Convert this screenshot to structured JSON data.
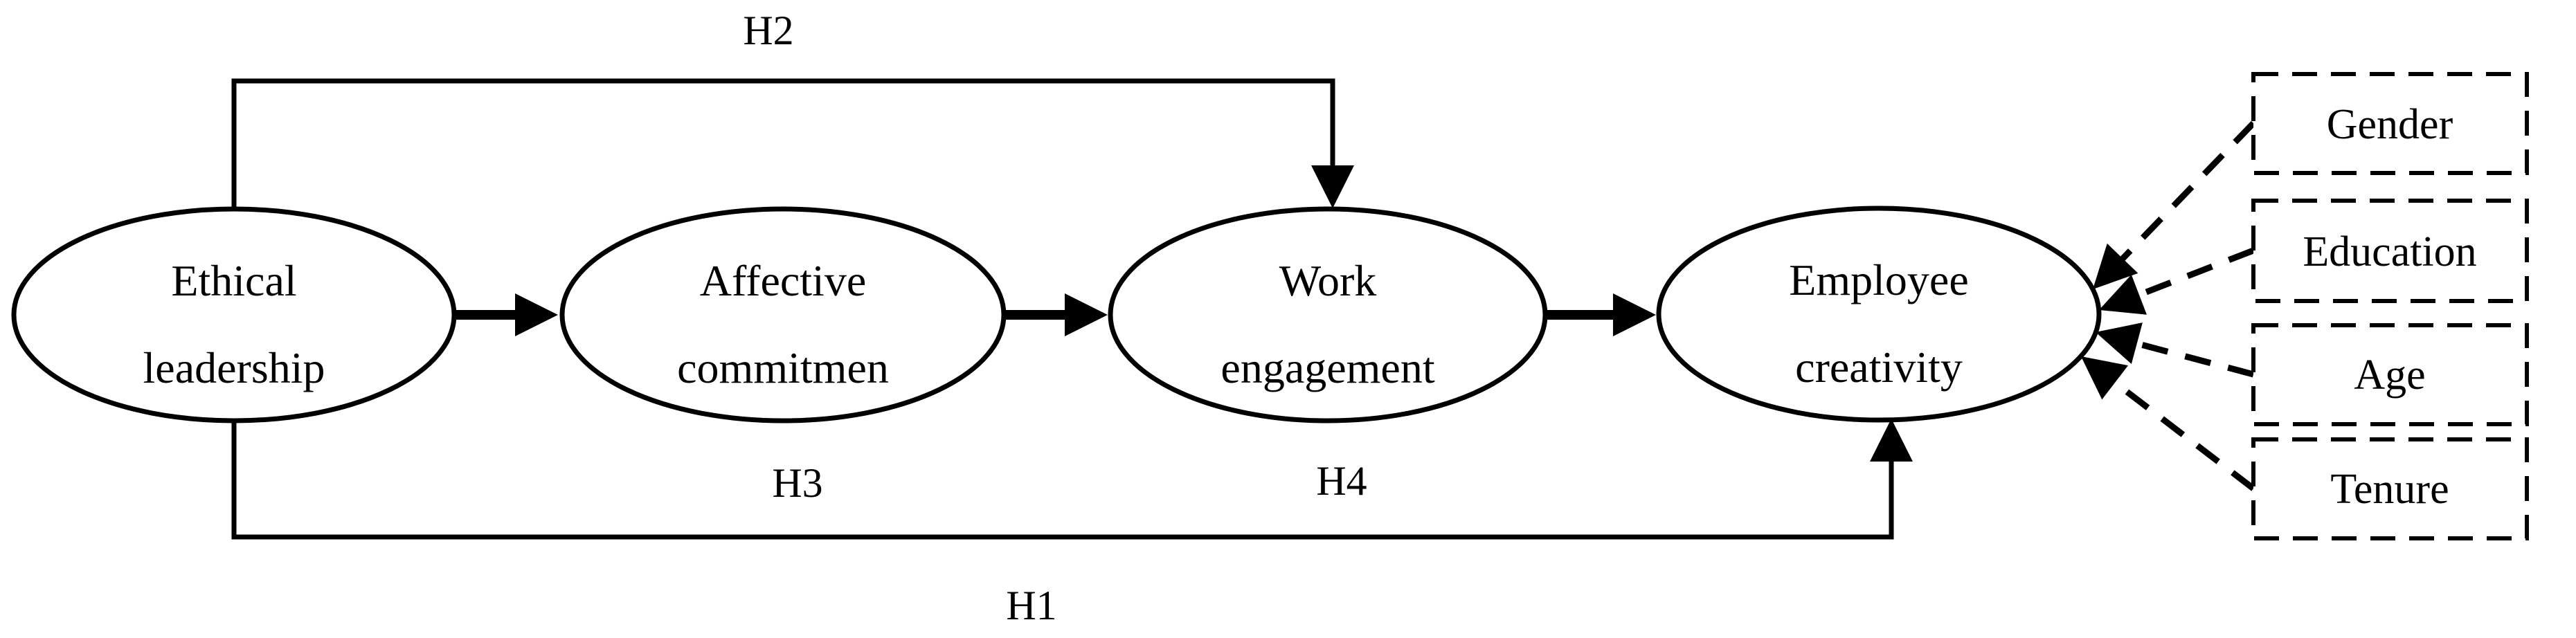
{
  "diagram": {
    "title": "Ethical leadership research model",
    "colors": {
      "background": "#ffffff",
      "line": "#000000",
      "text": "#000000"
    },
    "nodes": [
      {
        "id": "ethical-leadership",
        "line1": "Ethical",
        "line2": "leadership"
      },
      {
        "id": "affective-commitment",
        "line1": "Affective",
        "line2": "commitmen"
      },
      {
        "id": "work-engagement",
        "line1": "Work",
        "line2": "engagement"
      },
      {
        "id": "employee-creativity",
        "line1": "Employee",
        "line2": "creativity"
      }
    ],
    "hypotheses": {
      "h1": "H1",
      "h2": "H2",
      "h3": "H3",
      "h4": "H4"
    },
    "control_variables": [
      {
        "label": "Gender"
      },
      {
        "label": "Education"
      },
      {
        "label": "Age"
      },
      {
        "label": "Tenure"
      }
    ]
  }
}
